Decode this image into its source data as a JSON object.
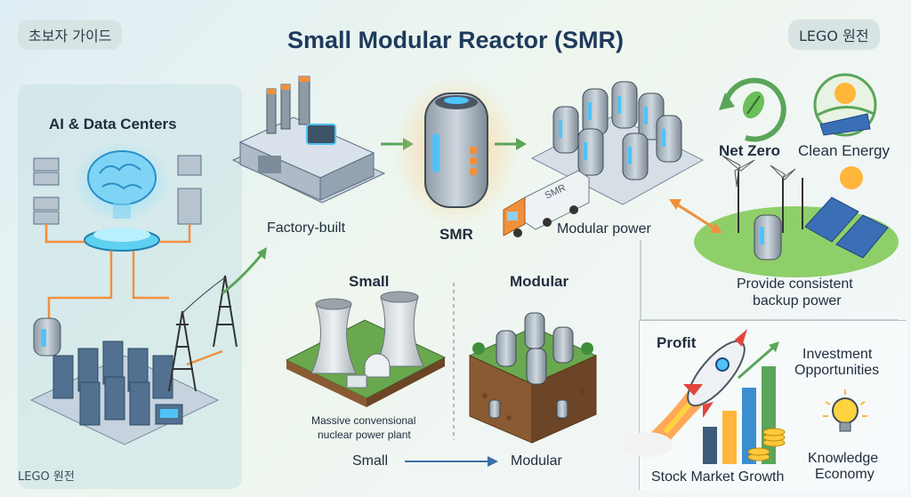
{
  "header": {
    "title": "Small Modular Reactor (SMR)",
    "tag_left": "초보자 가이드",
    "tag_right": "LEGO 원전"
  },
  "ai_panel": {
    "title": "AI & Data Centers",
    "footer": "LEGO 원전"
  },
  "flow": {
    "factory_label": "Factory-built",
    "smr_label": "SMR",
    "modular_label": "Modular power",
    "truck_text": "SMR"
  },
  "benefits": {
    "net_zero": "Net Zero",
    "clean_energy": "Clean Energy",
    "backup_line1": "Provide consistent",
    "backup_line2": "backup power"
  },
  "comparison": {
    "small_title": "Small",
    "modular_title": "Modular",
    "plant_caption_line1": "Massive convensional",
    "plant_caption_line2": "nuclear power plant",
    "bottom_from": "Small",
    "bottom_to": "Modular"
  },
  "economy": {
    "profit": "Profit",
    "investment_line1": "Investment",
    "investment_line2": "Opportunities",
    "stock": "Stock Market Growth",
    "knowledge_line1": "Knowledge",
    "knowledge_line2": "Economy"
  },
  "colors": {
    "accent_green": "#5aa55a",
    "accent_orange": "#f0903c",
    "glow_blue": "#4fc3f7",
    "title_navy": "#1e3a5c"
  }
}
